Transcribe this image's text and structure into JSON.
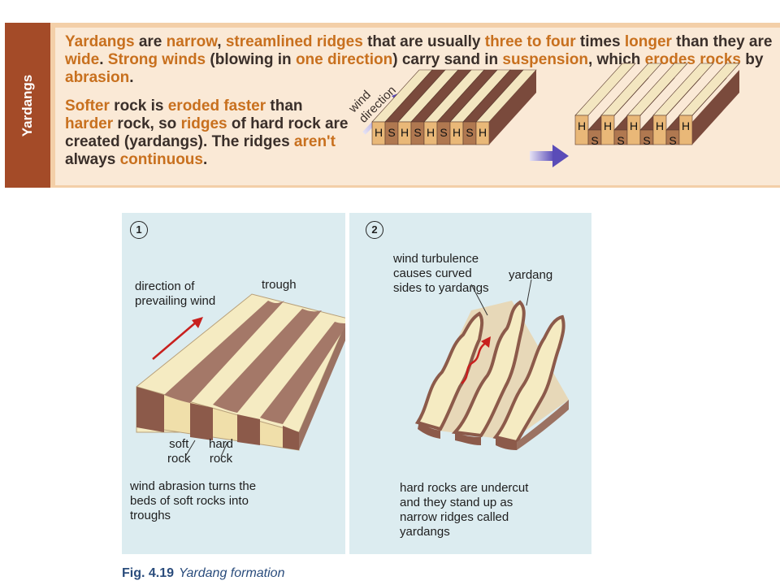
{
  "yardangs": {
    "tab_label": "Yardangs",
    "paragraph_1": [
      {
        "t": "Yardangs",
        "k": true
      },
      {
        "t": " are ",
        "k": false
      },
      {
        "t": "narrow",
        "k": true
      },
      {
        "t": ", ",
        "k": false
      },
      {
        "t": "streamlined ridges",
        "k": true
      },
      {
        "t": " that are usually ",
        "k": false
      },
      {
        "t": "three to four",
        "k": true
      },
      {
        "t": " times ",
        "k": false
      },
      {
        "t": "longer",
        "k": true
      },
      {
        "t": " than they are ",
        "k": false
      },
      {
        "t": "wide",
        "k": true
      },
      {
        "t": ".  ",
        "k": false
      },
      {
        "t": "Strong winds",
        "k": true
      },
      {
        "t": " (blowing in ",
        "k": false
      },
      {
        "t": "one direction",
        "k": true
      },
      {
        "t": ") carry sand in ",
        "k": false
      },
      {
        "t": "suspension",
        "k": true
      },
      {
        "t": ", which ",
        "k": false
      },
      {
        "t": "erodes rocks",
        "k": true
      },
      {
        "t": " by ",
        "k": false
      },
      {
        "t": "abrasion",
        "k": true
      },
      {
        "t": ".",
        "k": false
      }
    ],
    "paragraph_2": [
      {
        "t": "Softer",
        "k": true
      },
      {
        "t": " rock is ",
        "k": false
      },
      {
        "t": "eroded faster",
        "k": true
      },
      {
        "t": " than ",
        "k": false
      },
      {
        "t": "harder",
        "k": true
      },
      {
        "t": " rock, so ",
        "k": false
      },
      {
        "t": "ridges",
        "k": true
      },
      {
        "t": " of hard rock are created (yardangs).  The ridges ",
        "k": false
      },
      {
        "t": "aren't",
        "k": true
      },
      {
        "t": " always ",
        "k": false
      },
      {
        "t": "continuous",
        "k": true
      },
      {
        "t": ".",
        "k": false
      }
    ],
    "wind_label_line1": "wind",
    "wind_label_line2": "direction",
    "rock_sequence": [
      "H",
      "S",
      "H",
      "S",
      "H",
      "S",
      "H",
      "S",
      "H"
    ]
  },
  "figure": {
    "panel_1": {
      "number": "1",
      "direction_label": [
        "direction of",
        "prevailing wind"
      ],
      "trough_label": "trough",
      "soft_rock_label": [
        "soft",
        "rock"
      ],
      "hard_rock_label": [
        "hard",
        "rock"
      ],
      "caption": [
        "wind abrasion turns the",
        "beds of soft rocks into",
        "troughs"
      ]
    },
    "panel_2": {
      "number": "2",
      "turbulence_label": [
        "wind turbulence",
        "causes curved",
        "sides to yardangs"
      ],
      "yardang_label": "yardang",
      "caption": [
        "hard rocks are undercut",
        "and they stand up as",
        "narrow ridges called",
        "yardangs"
      ]
    },
    "fig_number": "Fig. 4.19",
    "fig_title": "Yardang formation"
  },
  "colors": {
    "panel_bg": "#f3cfa8",
    "tab_bg": "#a44b28",
    "keyword": "#c8701e",
    "hard_rock": "#f3e6c0",
    "soft_rock": "#8c5a4a",
    "figure_bg": "#dcecf0",
    "arrow": "#7a6bc6",
    "wind_arrow": "#c8201e"
  }
}
